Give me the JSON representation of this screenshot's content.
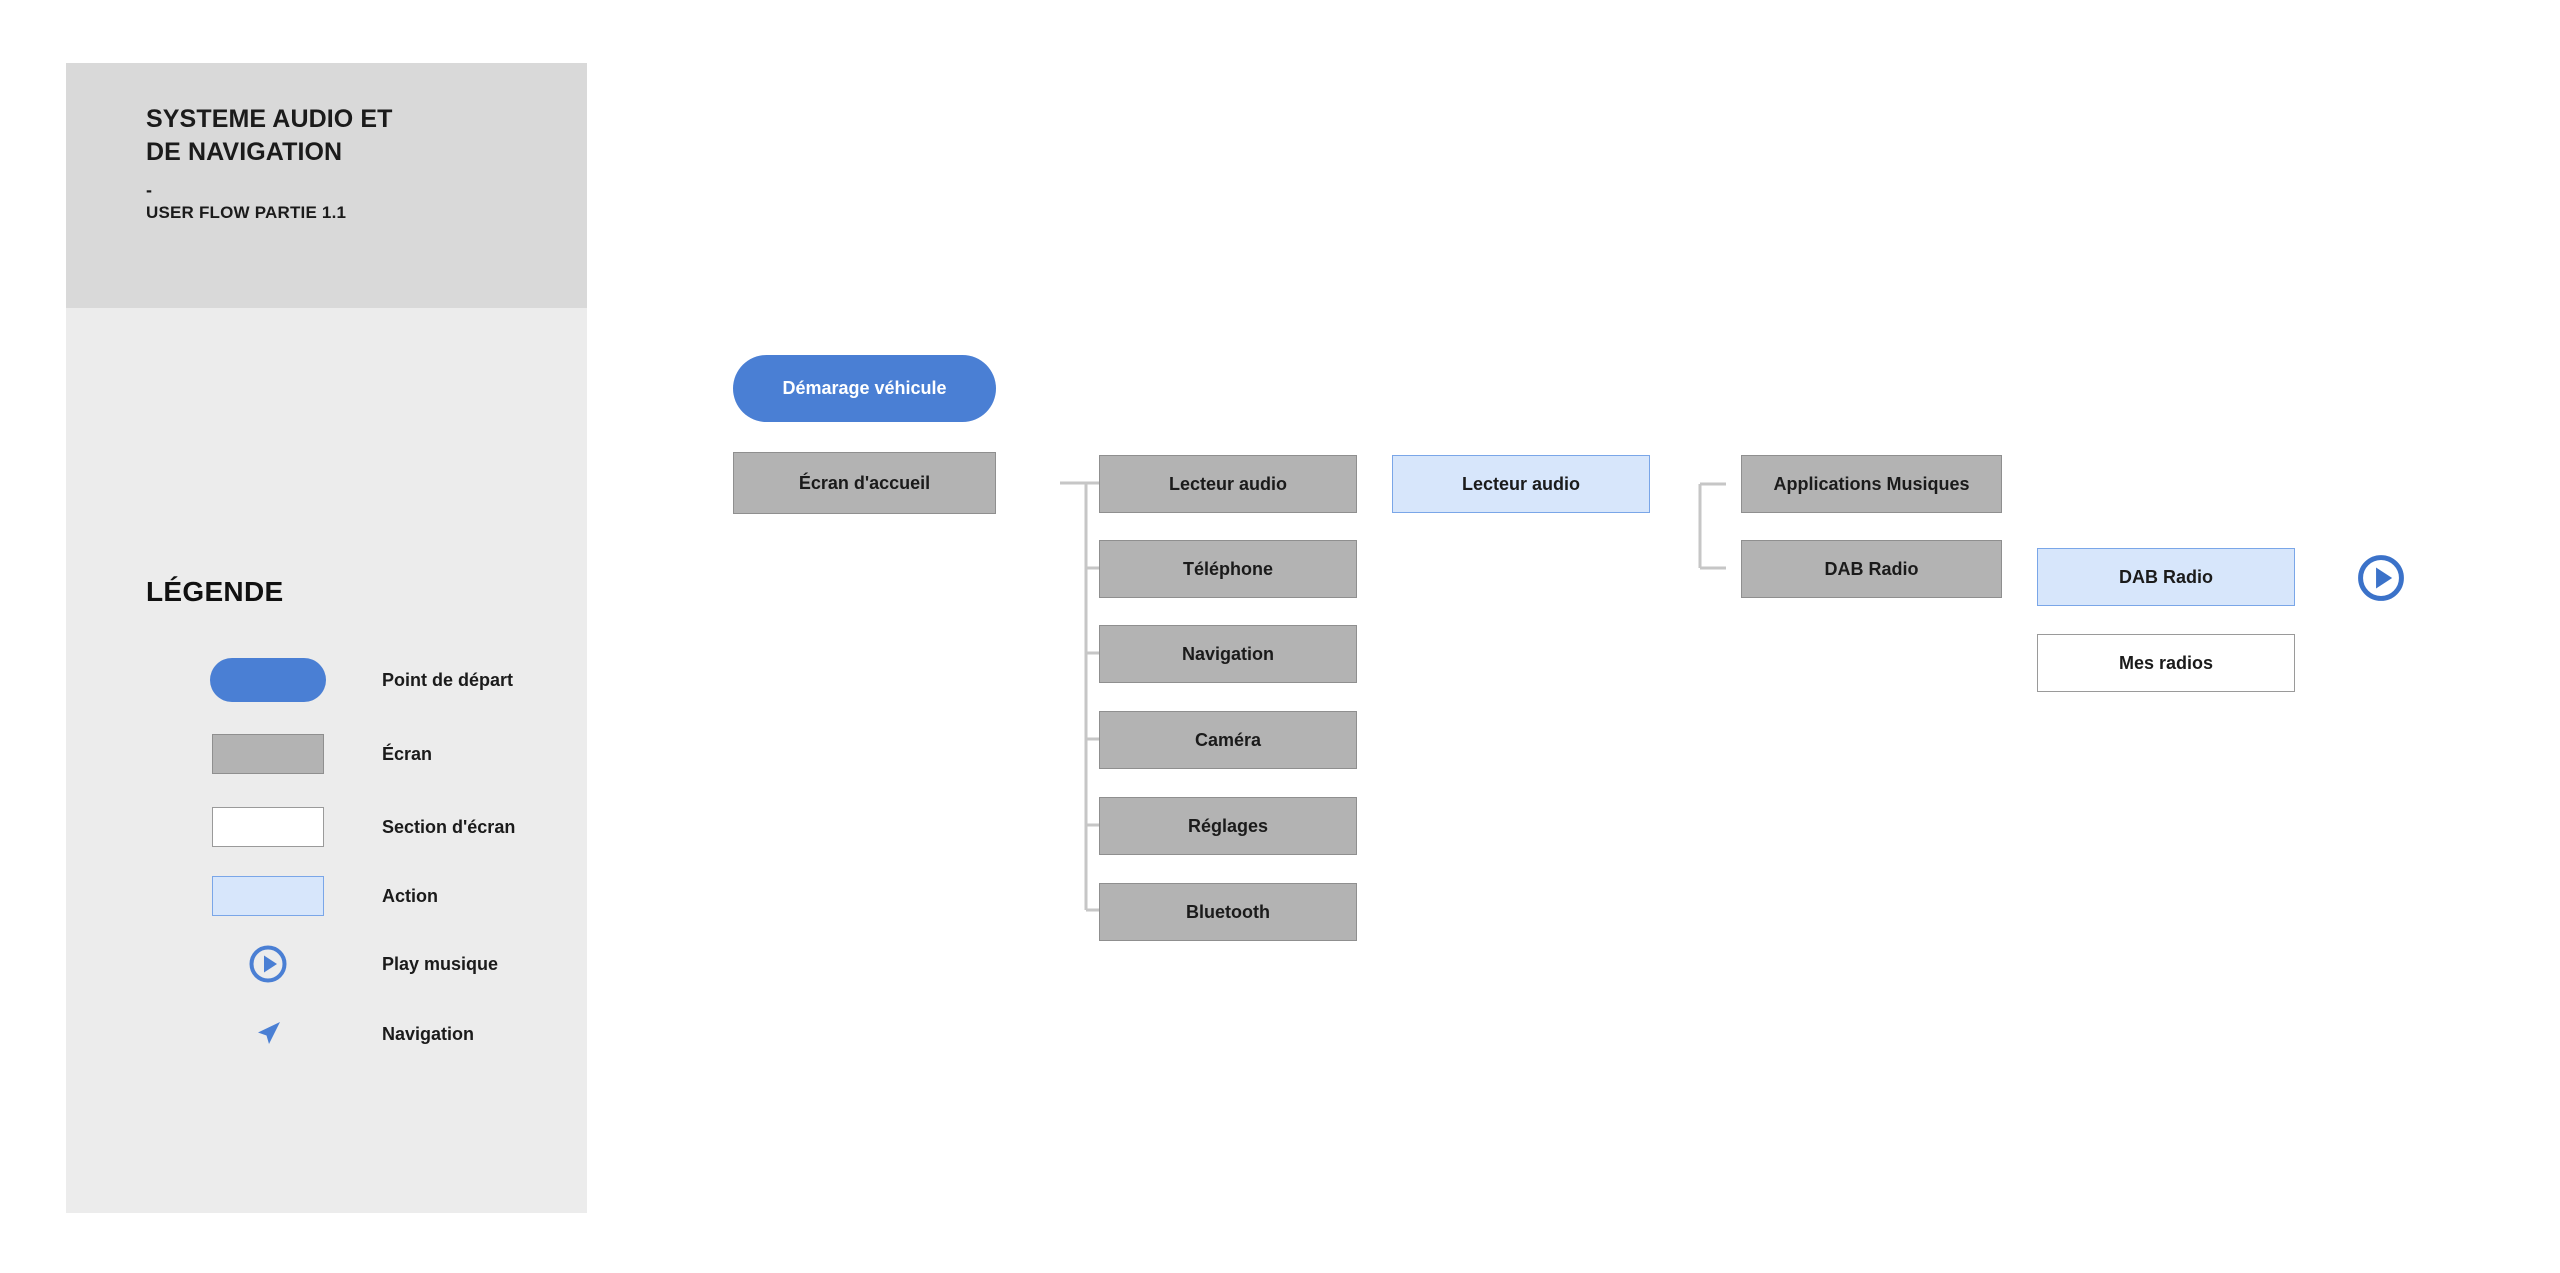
{
  "sidebar": {
    "title_line1": "SYSTEME AUDIO ET",
    "title_line2": "DE NAVIGATION",
    "dash": "-",
    "subtitle": "USER FLOW PARTIE 1.1",
    "legend_title": "LÉGENDE",
    "legend_items": [
      {
        "label": "Point de départ",
        "swatch": "pill-blue",
        "icon": ""
      },
      {
        "label": "Écran",
        "swatch": "rect-gray",
        "icon": ""
      },
      {
        "label": "Section d'écran",
        "swatch": "rect-white",
        "icon": ""
      },
      {
        "label": "Action",
        "swatch": "rect-lightblue",
        "icon": ""
      },
      {
        "label": "Play musique",
        "swatch": "icon",
        "icon": "play-circle-icon"
      },
      {
        "label": "Navigation",
        "swatch": "icon",
        "icon": "navigation-arrow-icon"
      }
    ]
  },
  "flow": {
    "start_node": {
      "label": "Démarage véhicule"
    },
    "home_node": {
      "label": "Écran d'accueil"
    },
    "menu_items": [
      {
        "label": "Lecteur audio"
      },
      {
        "label": "Téléphone"
      },
      {
        "label": "Navigation"
      },
      {
        "label": "Caméra"
      },
      {
        "label": "Réglages"
      },
      {
        "label": "Bluetooth"
      }
    ],
    "audio_action": {
      "label": "Lecteur audio"
    },
    "audio_children": [
      {
        "label": "Applications Musiques"
      },
      {
        "label": "DAB Radio"
      }
    ],
    "dab_action": {
      "label": "DAB Radio"
    },
    "dab_section": {
      "label": "Mes radios"
    },
    "play_icon": "play-circle-icon"
  },
  "colors": {
    "accent_blue": "#4a7fd4",
    "action_fill": "#d7e6fb",
    "action_border": "#7aa6e8",
    "screen_fill": "#b3b3b3",
    "screen_border": "#8f8f8f",
    "sidebar_bg": "#ececec",
    "sidebar_header_bg": "#d9d9d9",
    "connector": "#c6c6c6"
  }
}
